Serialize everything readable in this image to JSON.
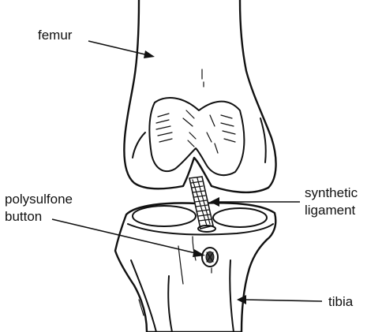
{
  "labels": {
    "femur": "femur",
    "polysulfone_1": "polysulfone",
    "polysulfone_2": "button",
    "synthetic_1": "synthetic",
    "synthetic_2": "ligament",
    "tibia": "tibia"
  },
  "colors": {
    "ink": "#111111",
    "background": "#ffffff"
  }
}
